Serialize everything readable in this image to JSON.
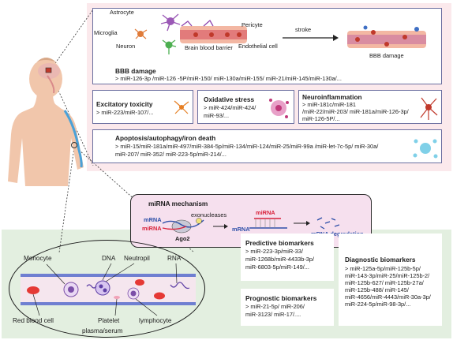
{
  "bbb": {
    "labels": {
      "astrocyte": "Astrocyte",
      "microglia": "Microglia",
      "neuron": "Neuron",
      "pericyte": "Pericyte",
      "barrier": "Brain blood barrier",
      "endothelial": "Endothelial cell",
      "stroke": "stroke",
      "bbb_damage_small": "BBB damage"
    },
    "title": "BBB damage",
    "mirnas": "> miR-126-3p /miR-126 -5P/miR-150/ miR-130a/miR-155/ miR-21/miR-145/miR-130a/..."
  },
  "excitatory": {
    "title": "Excitatory toxicity",
    "mirnas": "> miR-223/miR-107/..."
  },
  "oxidative": {
    "title": "Oxidative stress",
    "mirnas_line1": "> miR-424/miR-424/",
    "mirnas_line2": "miR-93/..."
  },
  "neuroinflammation": {
    "title": "Neuroinflammation",
    "line1": "> miR-181c/miR-181",
    "line2": "/miR-22/miR-203/ miR-181a/miR-126-3p/",
    "line3": "miR-126-5P/..."
  },
  "apoptosis": {
    "title": "Apoptosis/autophagy/iron death",
    "line1": "> miR-15/miR-181a/miR-497/miR-384-5p/miR-134/miR-124/miR-25/miR-99a /miR-let-7c-5p/ miR-30a/",
    "line2": "miR-207/ miR-352/ miR-223-5p/miR-214/..."
  },
  "mechanism": {
    "title": "miRNA mechanism",
    "mirna_blue": "mRNA",
    "mirna_red": "miRNA",
    "exonucleases": "exonucleases",
    "ago2": "Ago2",
    "mirna_red2": "miRNA",
    "mrna_blue2": "mRNA",
    "degradation": "mRNA degradation"
  },
  "blood": {
    "monocyte": "Monocyte",
    "dna": "DNA",
    "neutropil": "Neutropil",
    "rna": "RNA",
    "rbc": "Red blood cell",
    "platelet": "Platelet",
    "lymphocyte": "lymphocyte",
    "plasma": "plasma/serum"
  },
  "predictive": {
    "title": "Predictive biomarkers",
    "line1": "> miR-223-3p/miR-33/",
    "line2": "miR-1268b/miR-4433b-3p/",
    "line3": "miR-6803-5p/miR-149/..."
  },
  "prognostic": {
    "title": "Prognostic biomarkers",
    "line1": "> miR-21-5p/ miR-206/",
    "line2": "miR-3123/ miR-17/...."
  },
  "diagnostic": {
    "title": "Diagnostic biomarkers",
    "lines": [
      "> miR-125a-5p/miR-125b-5p/",
      "miR-143-3p/miR-25/miR-125b-2/",
      "miR-125b-627/ miR-125b-27a/",
      "miR-125b-488/ miR-145/",
      "miR-4656/miR-4443/miR-30a-3p/",
      "miR-224-5p/miR-98-3p/..."
    ]
  },
  "colors": {
    "pink_bg": "#fbe9ec",
    "green_bg": "#e3efe0",
    "panel_border": "#6b6fa0",
    "mechanism_bg": "#f6e0ee",
    "mirna_red": "#d8213a",
    "mrna_blue": "#2e4fa8"
  }
}
